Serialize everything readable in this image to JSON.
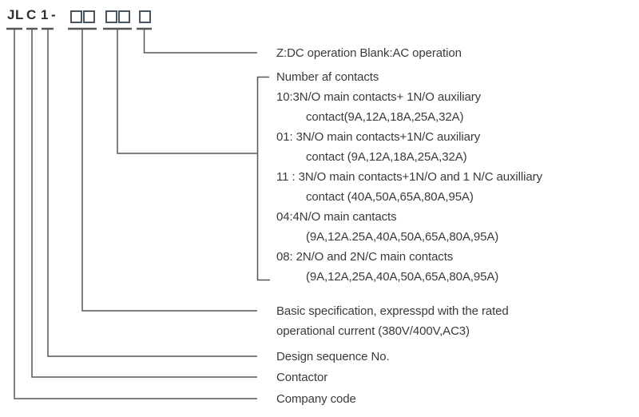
{
  "code": {
    "letters": [
      "JL",
      "C",
      "1"
    ],
    "dash": "-",
    "box_groups": [
      2,
      2,
      1
    ]
  },
  "labels": {
    "operation": "Z:DC operation Blank:AC operation",
    "basic_spec": [
      "Basic specification, expresspd with the rated",
      "operational current (380V/400V,AC3)"
    ],
    "design_sequence": "Design sequence No.",
    "contactor": "Contactor",
    "company_code": "Company code"
  },
  "contacts": {
    "title": "Number af contacts",
    "lines": [
      "10:3N/O main contacts+ 1N/O auxiliary",
      "contact(9A,12A,18A,25A,32A)",
      "01: 3N/O main contacts+1N/C auxiliary",
      "contact (9A,12A,18A,25A,32A)",
      "11 : 3N/O main contacts+1N/O and 1 N/C auxilliary",
      "contact (40A,50A,65A,80A,95A)",
      "04:4N/O main cantacts",
      "(9A,12A.25A,40A,50A,65A,80A,95A)",
      "08: 2N/O and 2N/C main contacts",
      "(9A,12A,25A,40A,50A,65A,80A,95A)"
    ],
    "line_color": "#565656",
    "text_color": "#3a3a3a"
  }
}
